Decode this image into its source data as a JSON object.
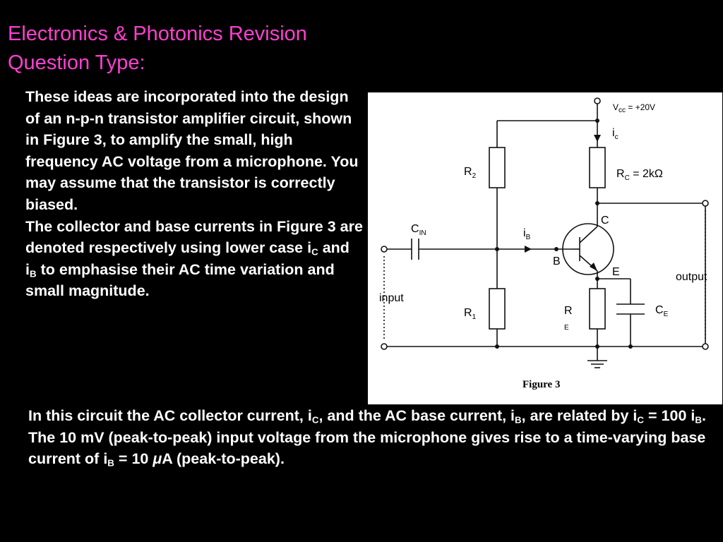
{
  "title": {
    "line1": "Electronics & Photonics Revision",
    "line2": "Question Type:"
  },
  "left_text": {
    "para1": "These ideas are incorporated into the design of an n-p-n transistor amplifier circuit, shown in Figure 3, to amplify the small, high frequency AC voltage from a microphone. You may assume that the transistor is correctly biased.",
    "para2_part1": "The collector and base currents in Figure 3 are denoted respectively using lower case i",
    "para2_sub1": "C",
    "para2_part2": " and i",
    "para2_sub2": "B",
    "para2_part3": " to emphasise their AC time variation and small magnitude."
  },
  "bottom_text": {
    "para1_part1": "In this circuit the AC collector current, i",
    "para1_sub1": "C",
    "para1_part2": ", and the AC base current, i",
    "para1_sub2": "B",
    "para1_part3": ", are related by i",
    "para1_sub3": "C",
    "para1_part4": " = 100 i",
    "para1_sub4": "B",
    "para1_part5": ".",
    "para2_part1": "The 10 mV (peak-to-peak) input voltage from the microphone gives rise to a time-varying base current of i",
    "para2_sub1": "B",
    "para2_part2": " = 10 ",
    "para2_mu": "μ",
    "para2_part3": "A (peak-to-peak)."
  },
  "figure": {
    "vcc_main": "V",
    "vcc_sub": "cc",
    "vcc_value": " = +20V",
    "ic_main": "i",
    "ic_sub": "c",
    "r2_main": "R",
    "r2_sub": "2",
    "rc_main": "R",
    "rc_sub": "C",
    "rc_value": " = 2kΩ",
    "cin_main": "C",
    "cin_sub": "IN",
    "ib_main": "i",
    "ib_sub": "B",
    "c_label": "C",
    "b_label": "B",
    "e_label": "E",
    "output_label": "output",
    "input_label": "input",
    "r1_main": "R",
    "r1_sub": "1",
    "re_main": "R",
    "re_sub": "E",
    "ce_main": "C",
    "ce_sub": "E",
    "caption": "Figure 3"
  },
  "colors": {
    "title": "#ff3fd2",
    "text": "#ffffff",
    "background": "#000000"
  }
}
